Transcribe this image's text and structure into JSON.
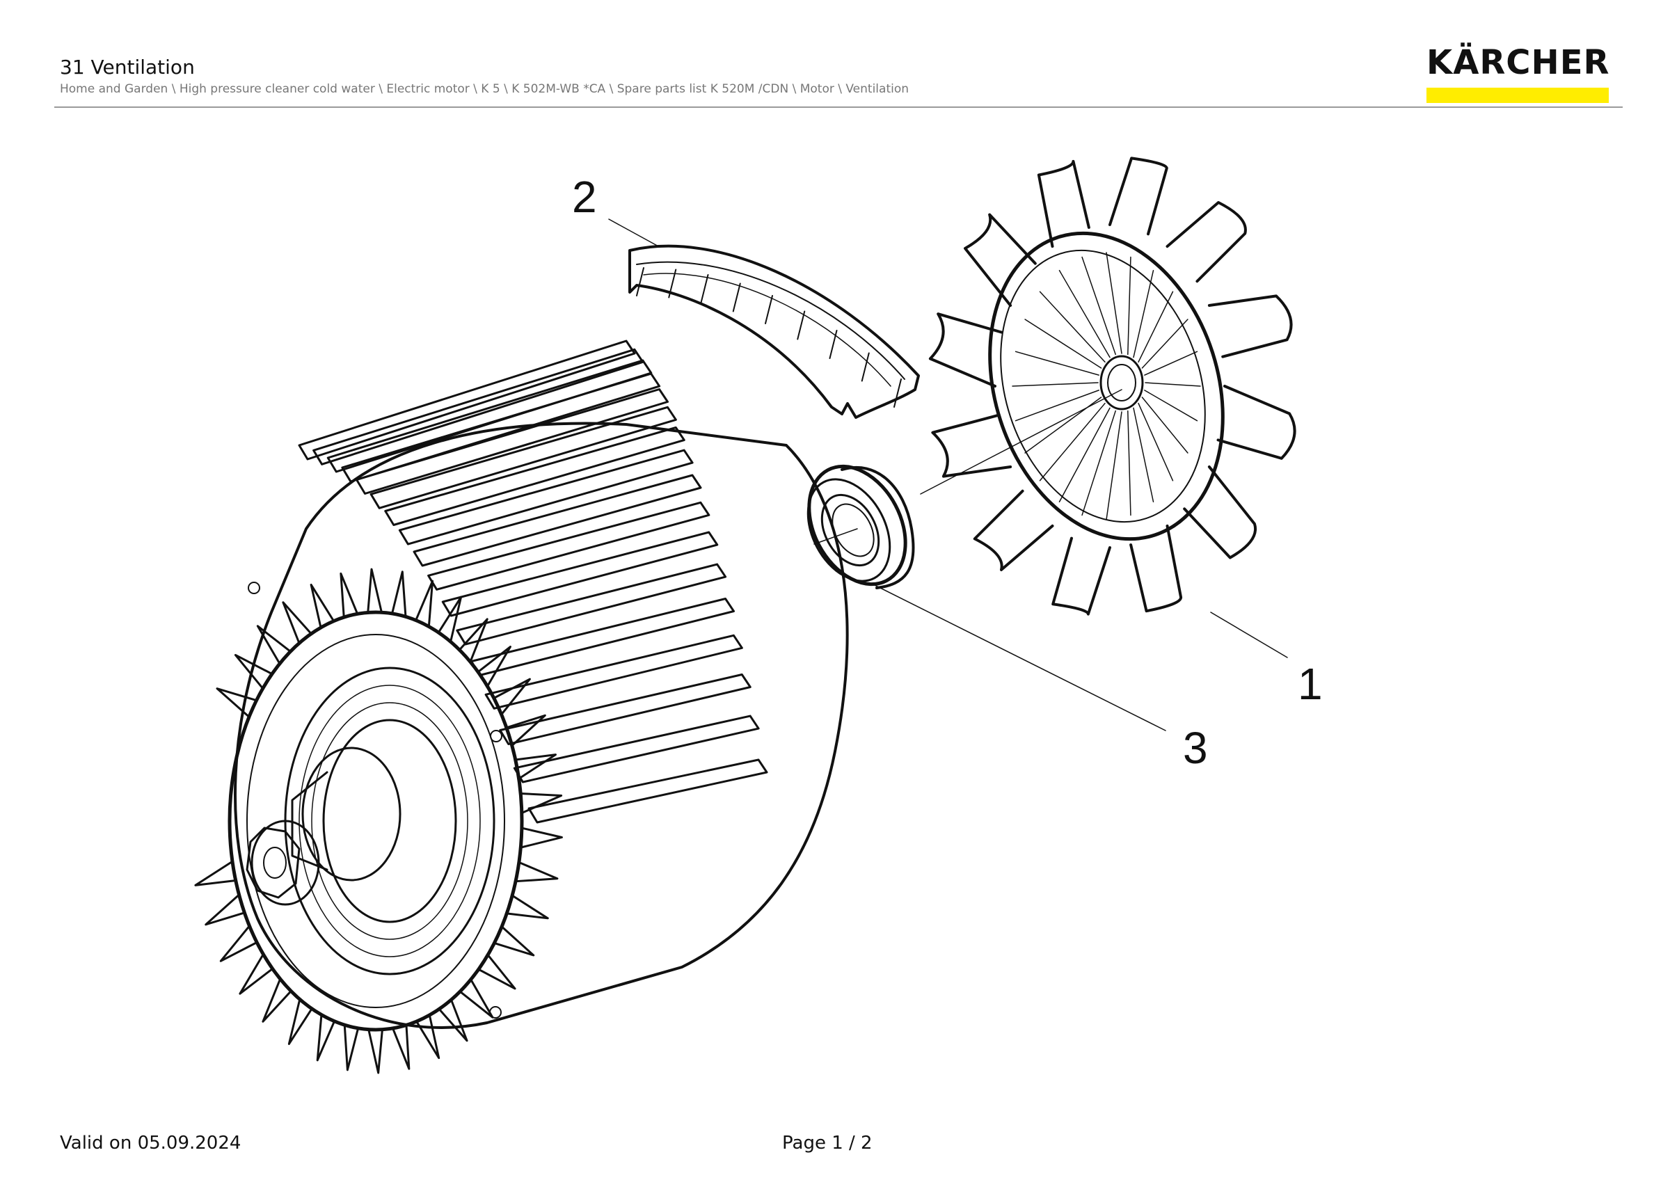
{
  "header": {
    "title": "31 Ventilation",
    "breadcrumb": "Home and Garden \\ High pressure cleaner cold water \\ Electric motor \\ K 5 \\ K 502M-WB *CA \\ Spare parts list K 520M /CDN \\ Motor \\ Ventilation"
  },
  "logo": {
    "text": "KÄRCHER",
    "accent_color": "#ffed00"
  },
  "diagram": {
    "callouts": [
      "1",
      "2",
      "3"
    ]
  },
  "footer": {
    "valid_on": "Valid on 05.09.2024",
    "page": "Page 1 / 2"
  }
}
